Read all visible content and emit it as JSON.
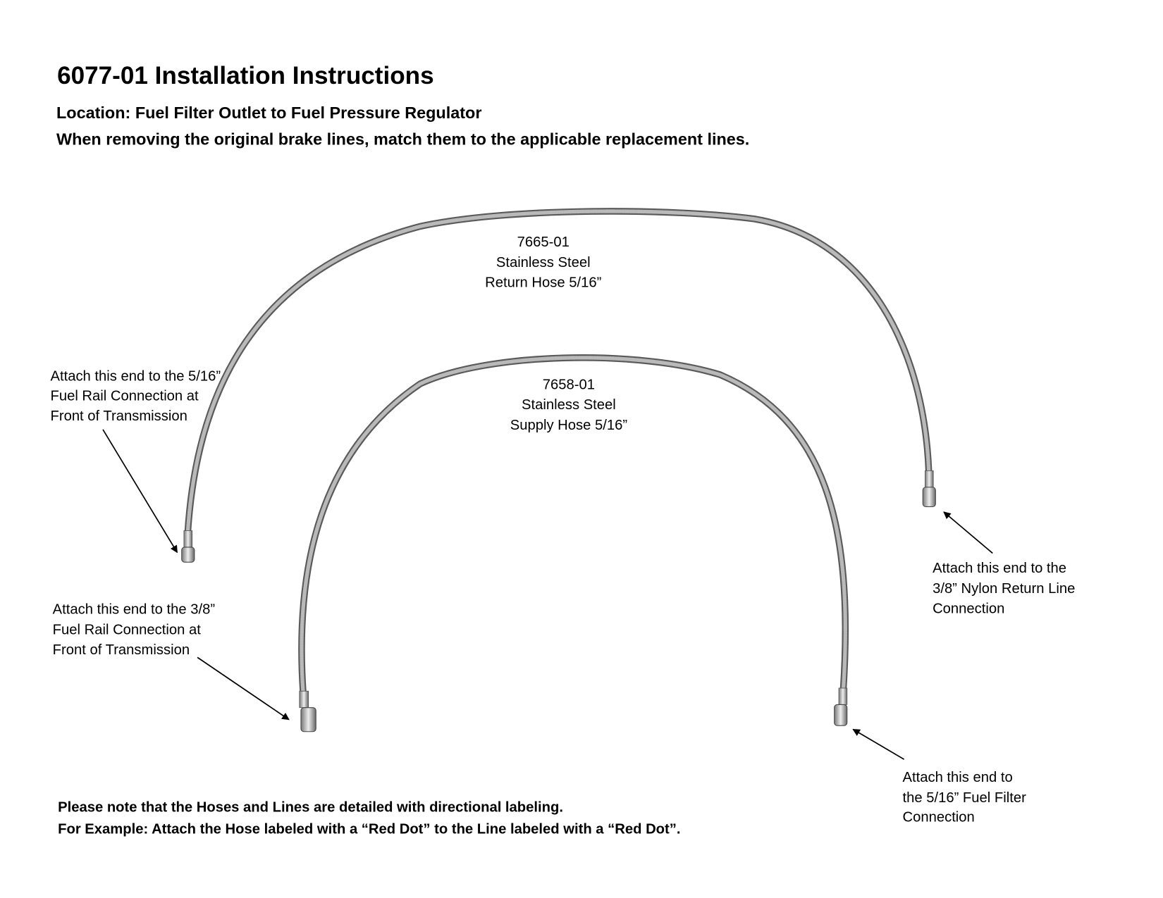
{
  "header": {
    "title": "6077-01 Installation Instructions",
    "location": "Location: Fuel Filter Outlet to Fuel Pressure Regulator",
    "instruction": "When removing the original brake lines, match them to the applicable replacement lines."
  },
  "hoses": [
    {
      "part": "7665-01",
      "material": "Stainless Steel",
      "type": "Return Hose 5/16”"
    },
    {
      "part": "7658-01",
      "material": "Stainless Steel",
      "type": "Supply Hose 5/16”"
    }
  ],
  "callouts": {
    "return_left": [
      "Attach this end to the 5/16”",
      "Fuel Rail Connection at",
      "Front of Transmission"
    ],
    "supply_left": [
      "Attach this end to the 3/8”",
      "Fuel Rail Connection at",
      "Front of Transmission"
    ],
    "return_right": [
      "Attach this end to the",
      "3/8” Nylon Return Line",
      "Connection"
    ],
    "supply_right": [
      "Attach this end to",
      "the 5/16” Fuel Filter",
      "Connection"
    ]
  },
  "notes": [
    "Please note that the Hoses and Lines are detailed with directional labeling.",
    "For Example: Attach the Hose labeled with a “Red Dot” to the Line labeled with a “Red Dot”."
  ]
}
